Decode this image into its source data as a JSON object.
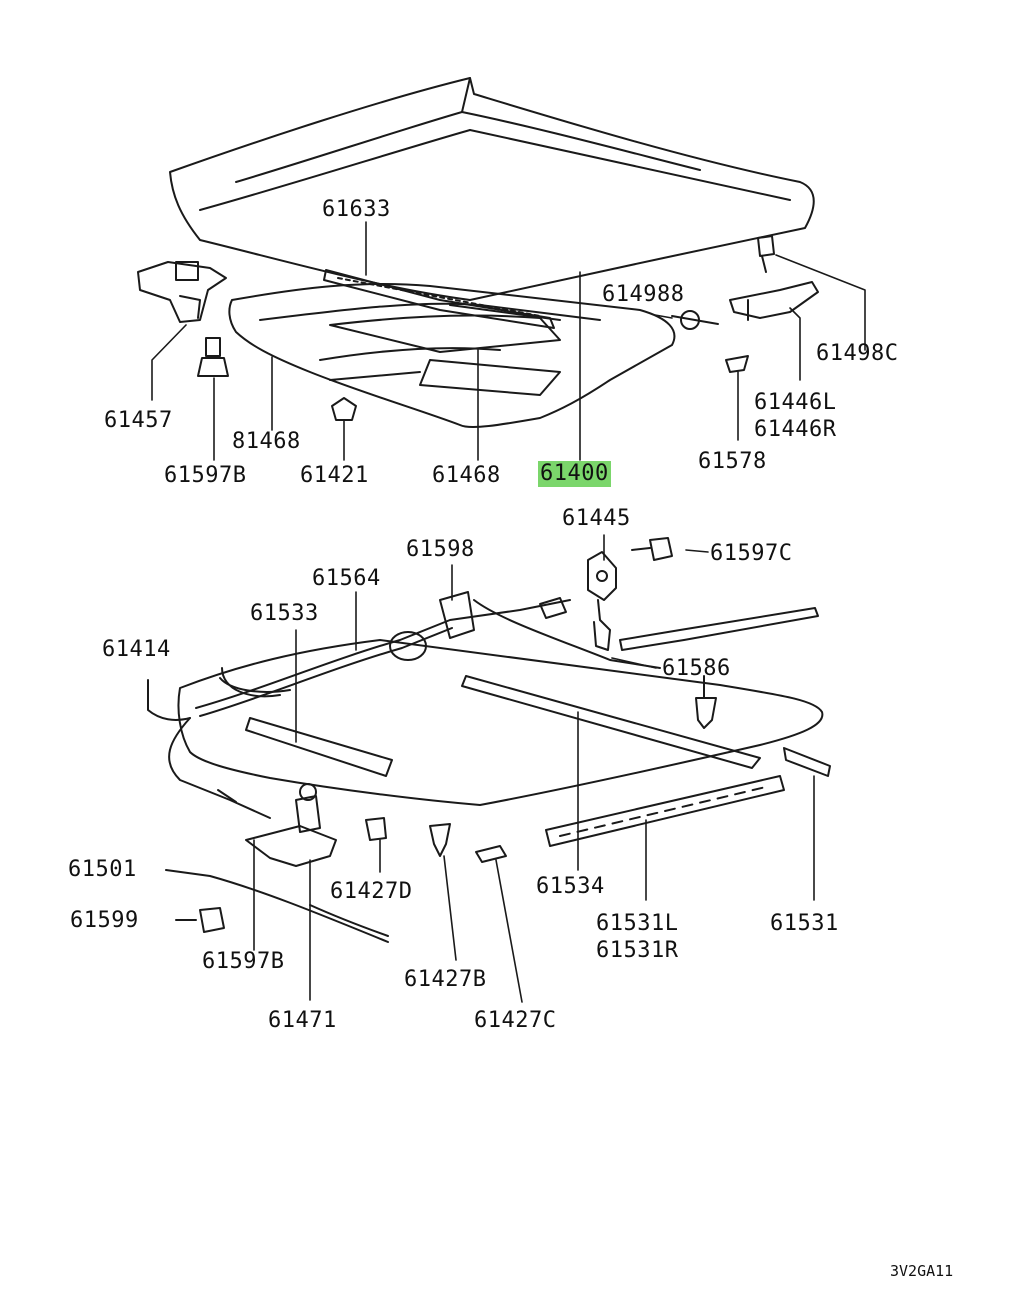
{
  "colors": {
    "line": "#1a1a1a",
    "highlight": "#7bd66b",
    "background": "#ffffff"
  },
  "highlighted_part": "61400",
  "diagram_code": "3V2GA11",
  "callouts": {
    "c61633_top": "61633",
    "c614988": "614988",
    "c61498C": "61498C",
    "c61457": "61457",
    "c81468": "81468",
    "c61597B_top": "61597B",
    "c61421": "61421",
    "c61468": "61468",
    "c61400": "61400",
    "c61446L": "61446L",
    "c61446R": "61446R",
    "c61578": "61578",
    "c61445": "61445",
    "c61597C": "61597C",
    "c61598": "61598",
    "c61564": "61564",
    "c61533": "61533",
    "c61414": "61414",
    "c61586": "61586",
    "c61501": "61501",
    "c61599": "61599",
    "c61597B_bot": "61597B",
    "c61471": "61471",
    "c61427D": "61427D",
    "c61427B": "61427B",
    "c61427C": "61427C",
    "c61534": "61534",
    "c61531L": "61531L",
    "c61531R": "61531R",
    "c61531": "61531"
  }
}
